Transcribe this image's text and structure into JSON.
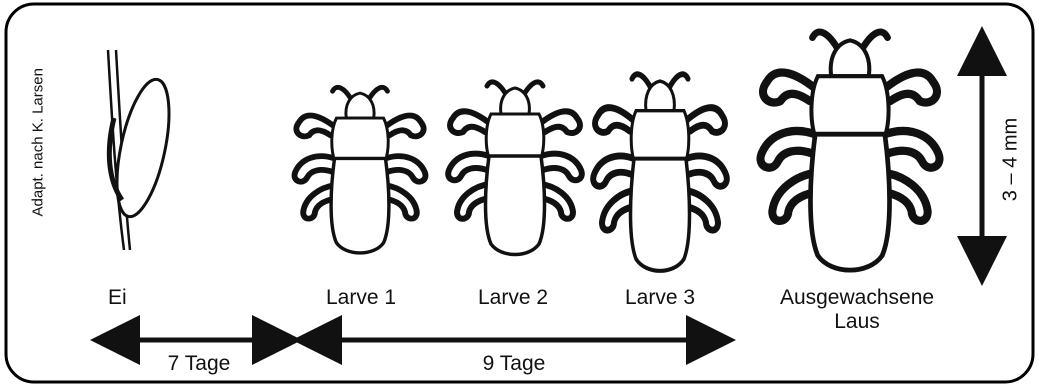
{
  "credit": "Adapt. nach K. Larsen",
  "size_label": "3 – 4 mm",
  "stages": [
    {
      "label": "Ei"
    },
    {
      "label": "Larve 1"
    },
    {
      "label": "Larve 2"
    },
    {
      "label": "Larve 3"
    },
    {
      "label": "Ausgewachsene",
      "label2": "Laus"
    }
  ],
  "durations": [
    {
      "label": "7 Tage"
    },
    {
      "label": "9 Tage"
    }
  ],
  "colors": {
    "ink": "#111111",
    "background": "#ffffff",
    "frame": "#000000"
  }
}
